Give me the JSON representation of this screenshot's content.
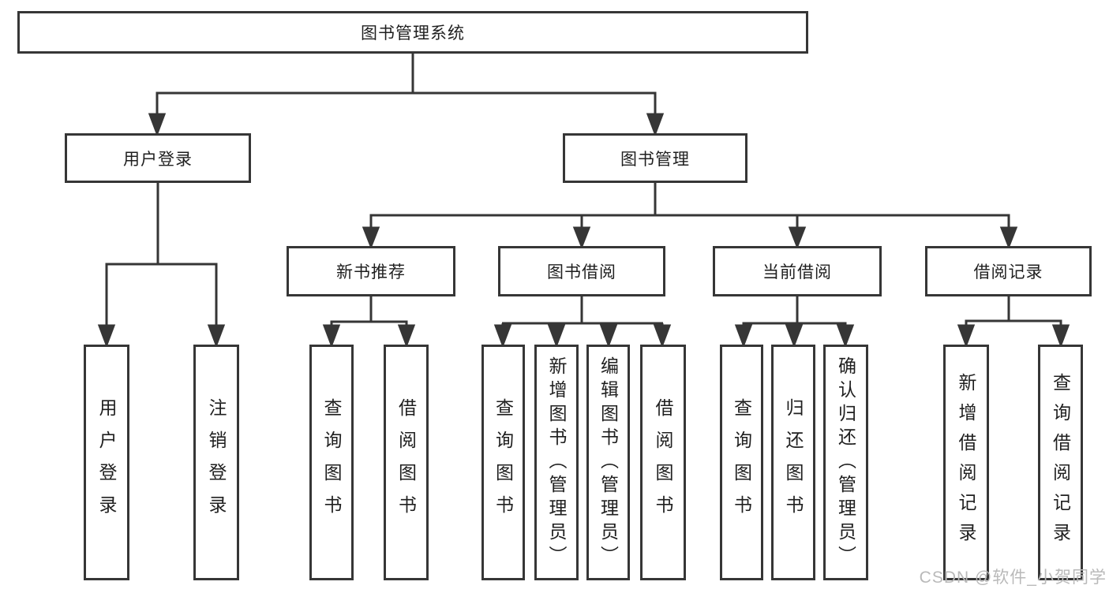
{
  "diagram_title": "图书管理系统",
  "colors": {
    "line": "#363636",
    "text": "#1f1f1f",
    "watermark": "#b9b9b9",
    "background": "#ffffff"
  },
  "nodes": {
    "root": {
      "label": "图书管理系统"
    },
    "level2": [
      {
        "label": "用户登录",
        "parent": "图书管理系统"
      },
      {
        "label": "图书管理",
        "parent": "图书管理系统"
      }
    ],
    "level3": [
      {
        "label": "新书推荐",
        "parent": "图书管理"
      },
      {
        "label": "图书借阅",
        "parent": "图书管理"
      },
      {
        "label": "当前借阅",
        "parent": "图书管理"
      },
      {
        "label": "借阅记录",
        "parent": "图书管理"
      }
    ],
    "leaves": [
      {
        "label": "用户登录",
        "parent": "用户登录"
      },
      {
        "label": "注销登录",
        "parent": "用户登录"
      },
      {
        "label": "查询图书",
        "parent": "新书推荐"
      },
      {
        "label": "借阅图书",
        "parent": "新书推荐"
      },
      {
        "label": "查询图书",
        "parent": "图书借阅"
      },
      {
        "label": "新增图书（管理员）",
        "parent": "图书借阅"
      },
      {
        "label": "编辑图书（管理员）",
        "parent": "图书借阅"
      },
      {
        "label": "借阅图书",
        "parent": "图书借阅"
      },
      {
        "label": "查询图书",
        "parent": "当前借阅"
      },
      {
        "label": "归还图书",
        "parent": "当前借阅"
      },
      {
        "label": "确认归还（管理员）",
        "parent": "当前借阅"
      },
      {
        "label": "新增借阅记录",
        "parent": "借阅记录"
      },
      {
        "label": "查询借阅记录",
        "parent": "借阅记录"
      }
    ]
  },
  "watermark": {
    "text": "CSDN @软件_小贺同学"
  }
}
